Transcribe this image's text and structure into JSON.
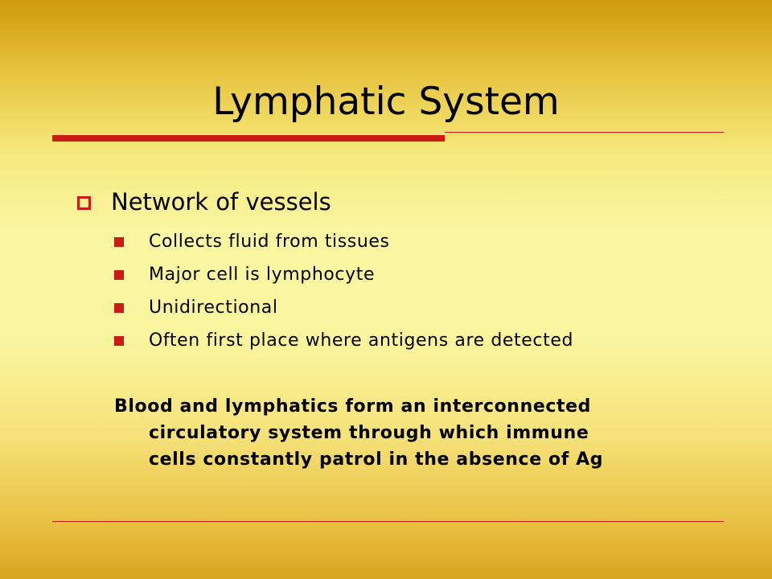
{
  "slide": {
    "title": "Lymphatic System",
    "bullet": {
      "text": "Network of vessels",
      "icon": "hollow-square-icon",
      "sub_icon": "filled-square-icon",
      "sub_items": [
        {
          "text": "Collects fluid from tissues"
        },
        {
          "text": "Major cell is lymphocyte"
        },
        {
          "text": "Unidirectional"
        },
        {
          "text": "Often first place where antigens are detected"
        }
      ]
    },
    "summary_lines": [
      "Blood and lymphatics form an interconnected",
      "circulatory system through which immune",
      "cells constantly patrol in the absence of Ag"
    ]
  },
  "colors": {
    "accent": "#cc1a14",
    "background_top": "#d09a0c",
    "background_mid": "#fbf6a2",
    "text": "#000000"
  }
}
